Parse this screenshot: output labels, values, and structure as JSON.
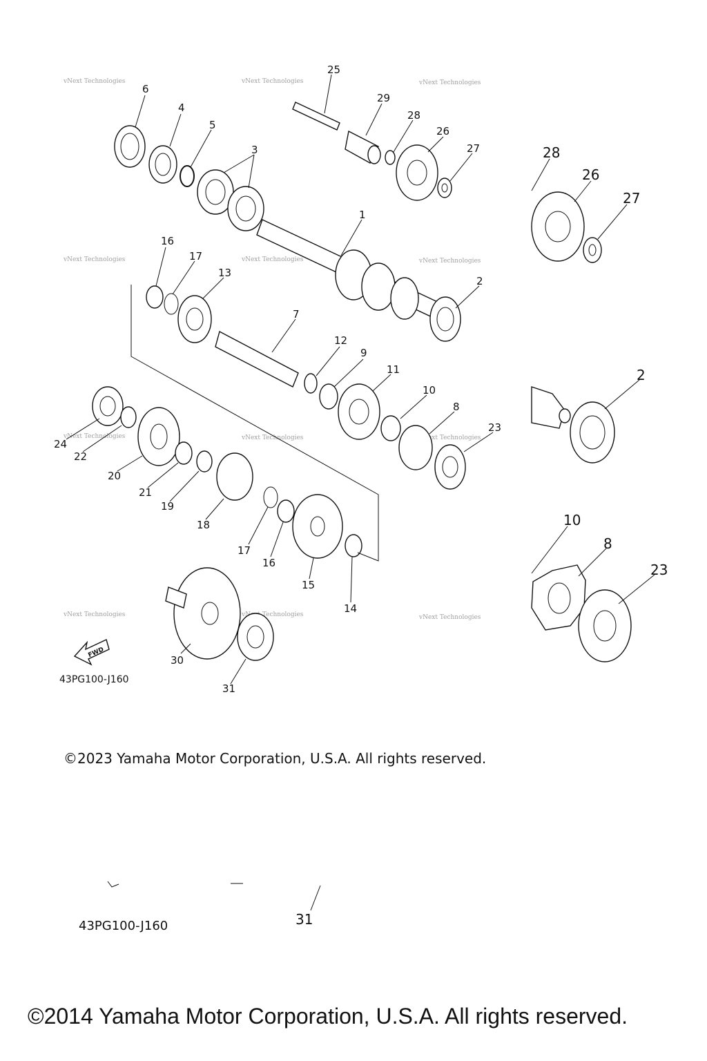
{
  "labels": [
    "1",
    "2",
    "3",
    "4",
    "5",
    "6",
    "7",
    "8",
    "9",
    "10",
    "11",
    "12",
    "13",
    "14",
    "15",
    "16",
    "17",
    "18",
    "19",
    "20",
    "21",
    "22",
    "23",
    "24",
    "25",
    "26",
    "27",
    "28",
    "29",
    "30",
    "31"
  ],
  "inset_labels": [
    "28",
    "26",
    "27",
    "2",
    "10",
    "8",
    "23"
  ],
  "diagram_code": "43PG100-J160",
  "fwd_label": "FWD",
  "watermark": "vNext Technologies",
  "copyright_main": "©2023 Yamaha Motor Corporation, U.S.A. All rights reserved.",
  "lower_code": "43PG100-J160",
  "lower_label_31": "31",
  "copyright_lower": "©2014 Yamaha Motor Corporation, U.S.A. All rights reserved."
}
